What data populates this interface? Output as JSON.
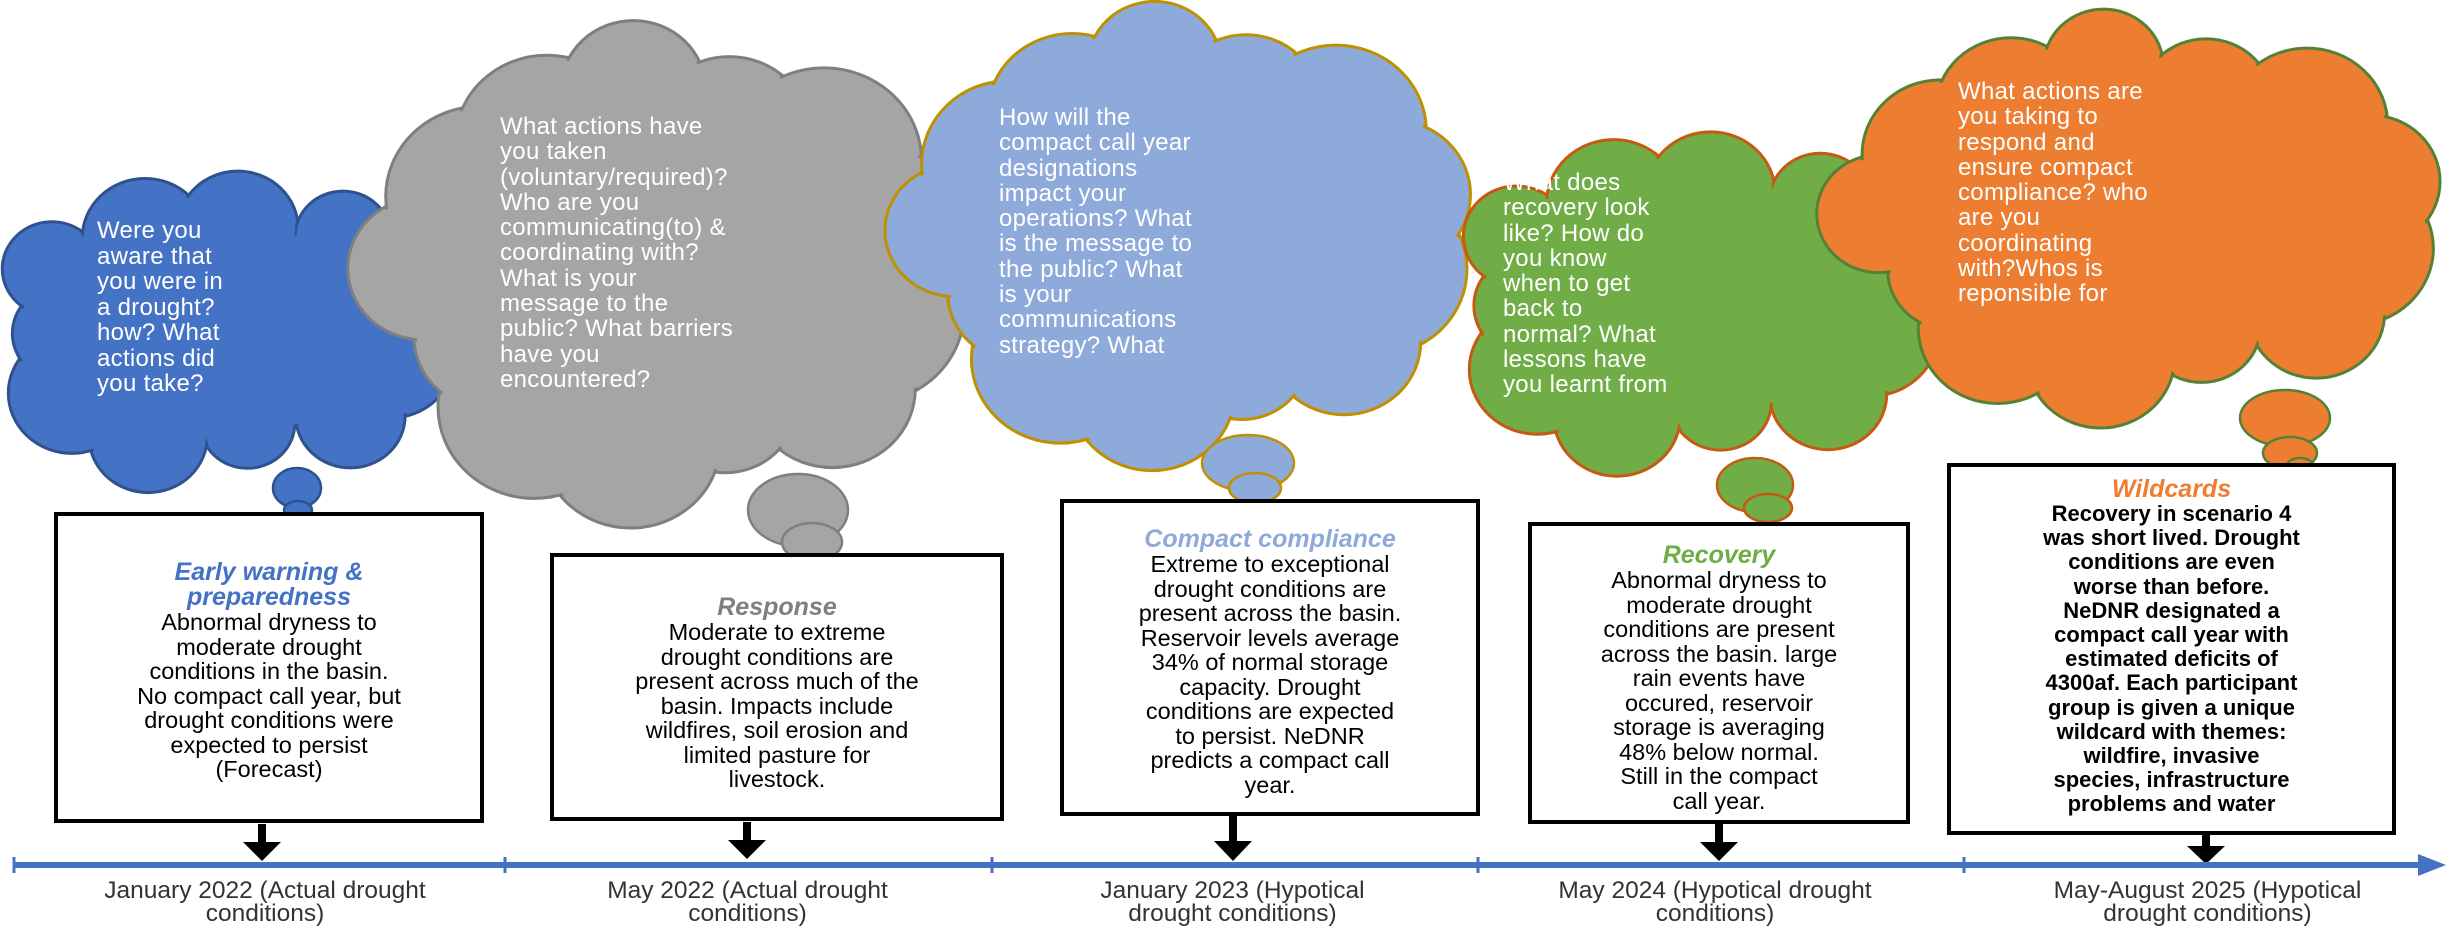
{
  "colors": {
    "early": "#4472c4",
    "response": "#a5a5a5",
    "compact": "#8eaadb",
    "recovery": "#70ad47",
    "wildcards": "#ed7d31",
    "timeline": "#4472c4"
  },
  "stages": [
    {
      "id": "early-warning",
      "question": "Were you\naware that\nyou were in\na drought?\nhow? What\nactions did\nyou take?",
      "title": "Early warning &\npreparedness",
      "body": "Abnormal dryness to\nmoderate drought\nconditions in the basin.\nNo compact call year, but\ndrought conditions were\nexpected to persist\n(Forecast)",
      "date": "January 2022 (Actual drought\nconditions)"
    },
    {
      "id": "response",
      "question": "What actions have\nyou taken\n(voluntary/required)?\nWho are you\ncommunicating(to) &\ncoordinating with?\nWhat is your\nmessage to the\npublic? What barriers\nhave you\nencountered?",
      "title": "Response",
      "body": "Moderate to extreme\ndrought conditions are\npresent across much of the\nbasin. Impacts include\nwildfires, soil erosion and\nlimited pasture for\nlivestock.",
      "date": "May 2022 (Actual drought\nconditions)"
    },
    {
      "id": "compact-compliance",
      "question": "How will the\ncompact call year\ndesignations\nimpact your\noperations? What\nis the message to\nthe public? What\nis your\ncommunications\nstrategy? What",
      "title": "Compact compliance",
      "body": "Extreme to exceptional\ndrought conditions are\npresent across the basin.\nReservoir levels average\n34% of normal storage\ncapacity. Drought\nconditions are expected\nto persist. NeDNR\npredicts a compact call\nyear.",
      "date": "January 2023 (Hypotical\ndrought conditions)"
    },
    {
      "id": "recovery",
      "question": "What does\nrecovery look\nlike? How do\nyou know\nwhen to get\nback to\nnormal? What\nlessons have\nyou learnt from",
      "title": "Recovery",
      "body": "Abnormal dryness to\nmoderate drought\nconditions are present\nacross the basin. large\nrain events have\noccured, reservoir\nstorage is averaging\n48% below normal.\nStill in the compact\ncall year.",
      "date": "May 2024 (Hypotical drought\nconditions)"
    },
    {
      "id": "wildcards",
      "question": "What actions are\nyou taking to\nrespond and\nensure compact\ncompliance? who\nare you\ncoordinating\nwith?Whos is\nreponsible for",
      "title": "Wildcards",
      "body": "Recovery in scenario 4\nwas short lived. Drought\nconditions are even\nworse than before.\nNeDNR designated a\ncompact call year with\nestimated deficits of\n4300af. Each participant\ngroup is given a unique\nwildcard with themes:\nwildfire, invasive\nspecies, infrastructure\nproblems and water",
      "date": "May-August 2025 (Hypotical\ndrought conditions)"
    }
  ]
}
